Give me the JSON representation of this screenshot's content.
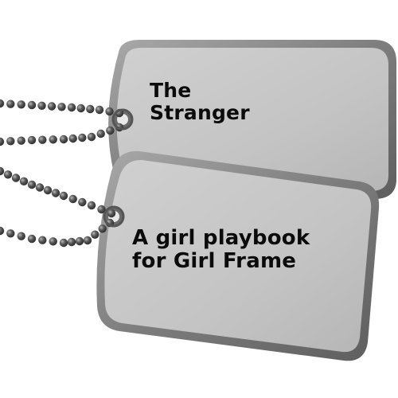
{
  "tags": [
    {
      "lines": [
        "The",
        "Stranger"
      ]
    },
    {
      "lines": [
        "A girl playbook",
        "for Girl Frame"
      ]
    }
  ],
  "colors": {
    "background": "#ffffff",
    "tag_fill": "#c6c6c6",
    "tag_rim": "#8e8e8e",
    "chain": "#4a4a4a",
    "text": "#0b0b0b"
  }
}
